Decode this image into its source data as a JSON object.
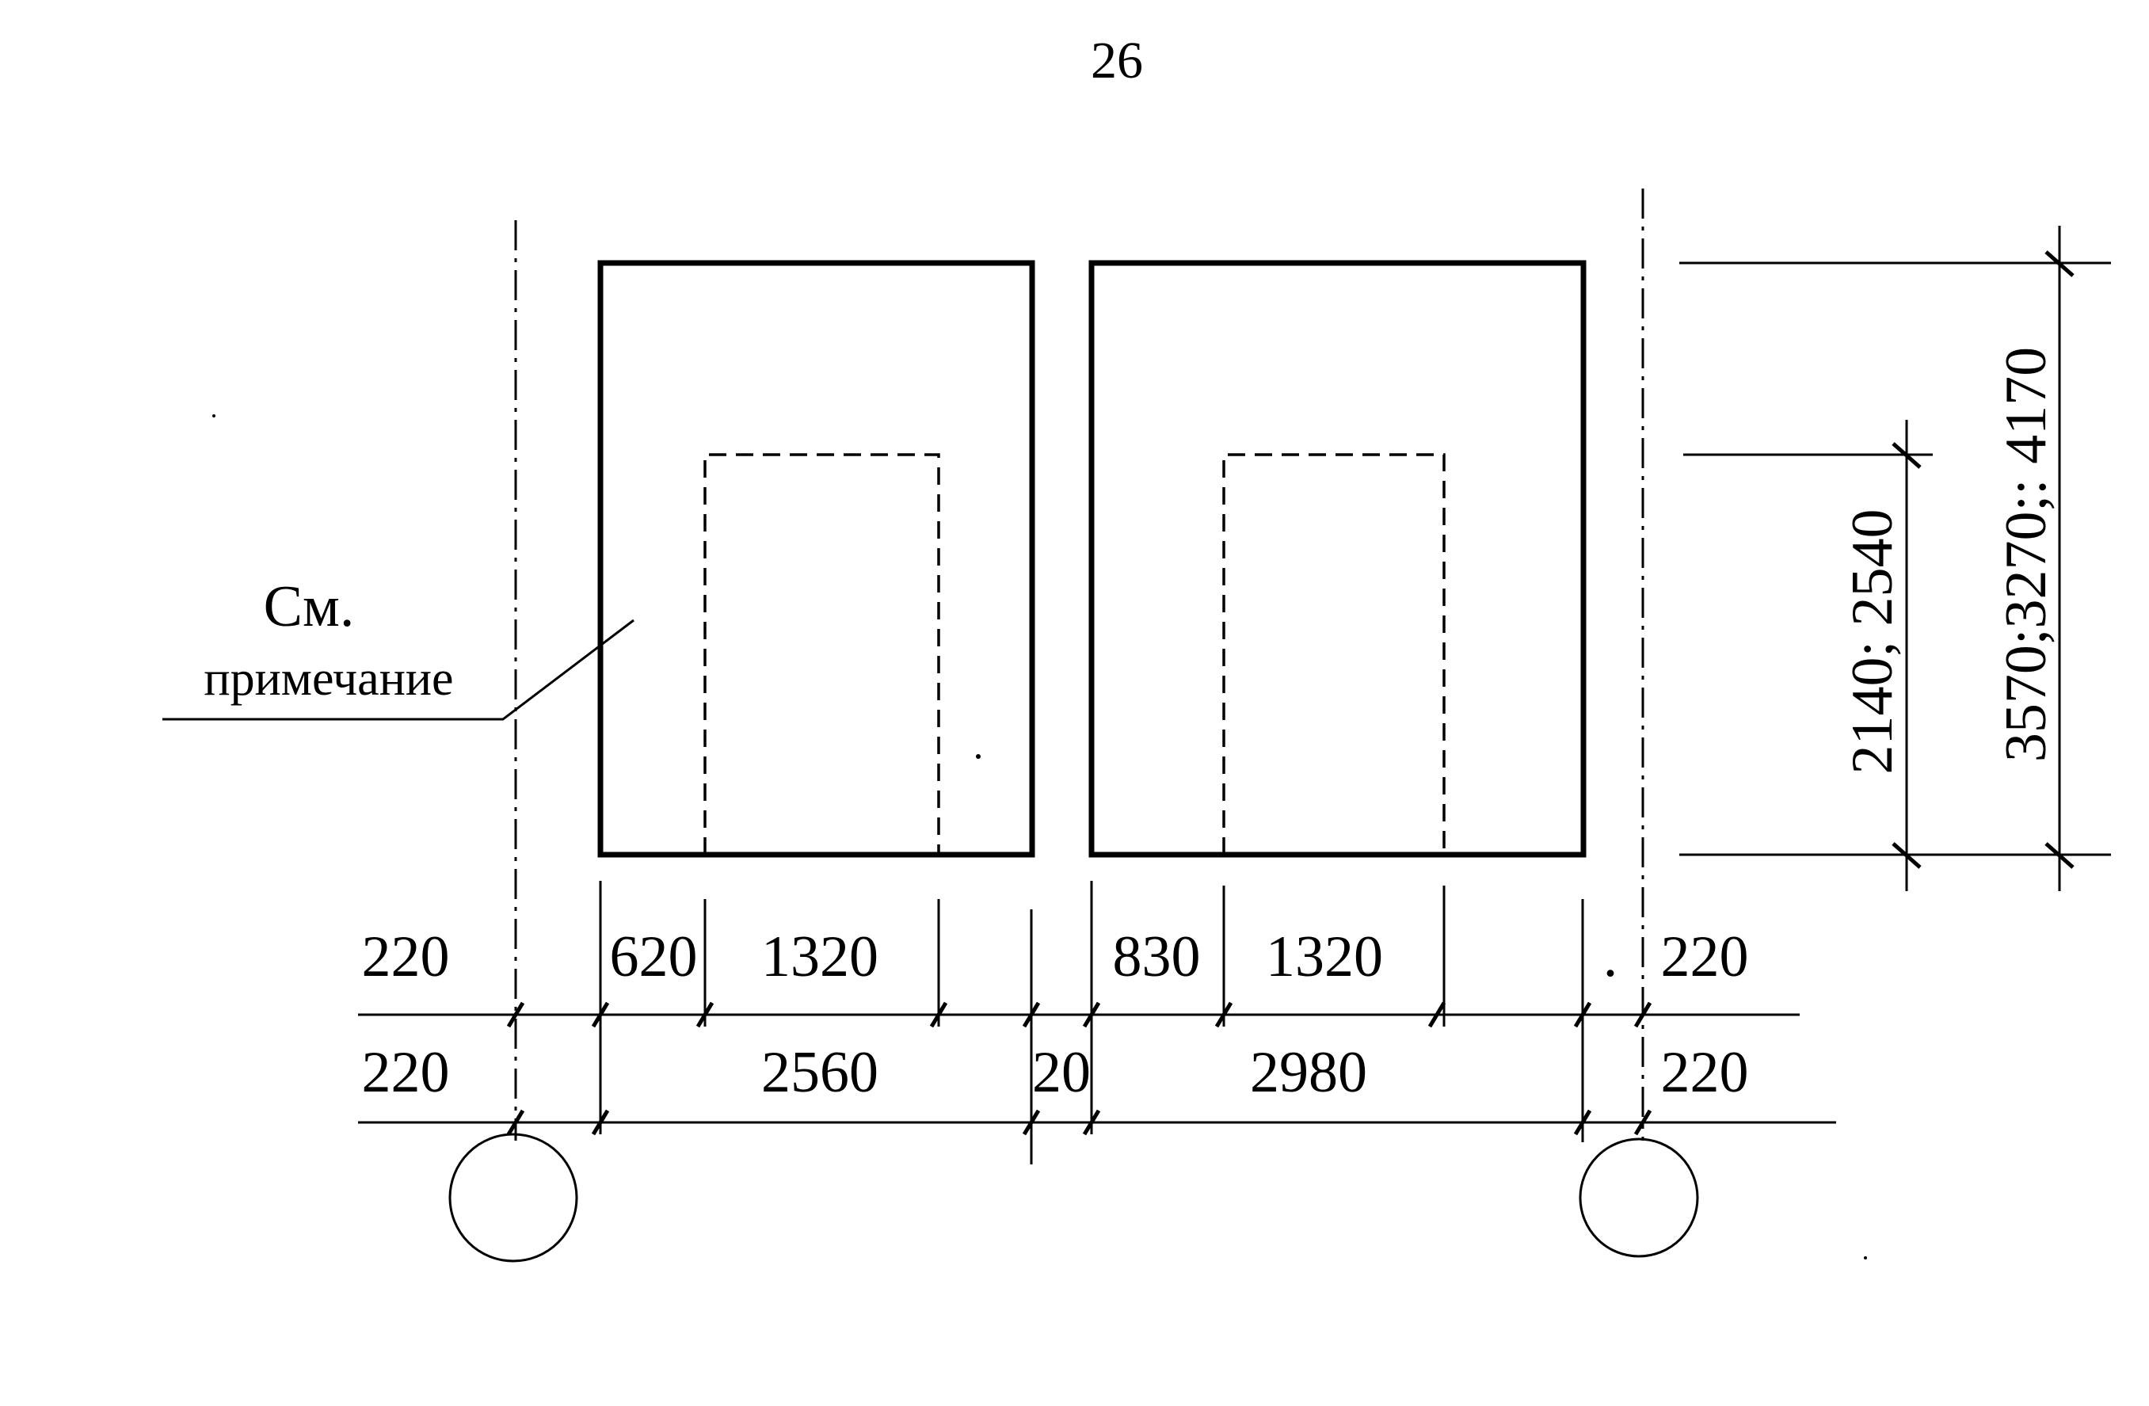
{
  "page_number": "26",
  "note": {
    "line1": "См.",
    "line2": "примечание"
  },
  "dimensions": {
    "top_row": {
      "left_offset": "220",
      "first_gap": "620",
      "first_opening": "1320",
      "second_gap": "830",
      "second_opening": "1320",
      "right_offset": "220",
      "dot": "."
    },
    "bottom_row": {
      "left_offset": "220",
      "first_panel": "2560",
      "joint": "20",
      "second_panel": "2980",
      "right_offset": "220"
    },
    "vertical": {
      "opening_height": "2140; 2540",
      "panel_height": "3570;3270;: 4170"
    }
  }
}
